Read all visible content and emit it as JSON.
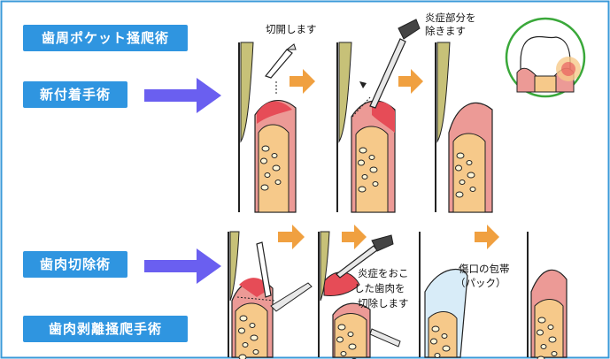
{
  "procedures": {
    "pocket_curettage": "歯周ポケット掻爬術",
    "new_attachment": "新付着手術",
    "gingivectomy": "歯肉切除術",
    "flap_surgery": "歯肉剥離掻爬手術"
  },
  "notes": {
    "incise": "切開します",
    "remove_inflamed_line1": "炎症部分を",
    "remove_inflamed_line2": "除きます",
    "excise_line1": "炎症をおこ",
    "excise_line2": "した歯肉を",
    "excise_line3": "切除します",
    "dressing_line1": "傷口の包帯",
    "dressing_line2": "（パック）"
  },
  "colors": {
    "label_bg": "#2f95e0",
    "big_arrow": "#6a5ff0",
    "step_arrow": "#f0a040",
    "gum": "#ec9a96",
    "inflamed": "#e64c57",
    "bone": "#f6c98a",
    "frame_border": "#3a9ad9",
    "inset_ring": "#3aa83a"
  }
}
